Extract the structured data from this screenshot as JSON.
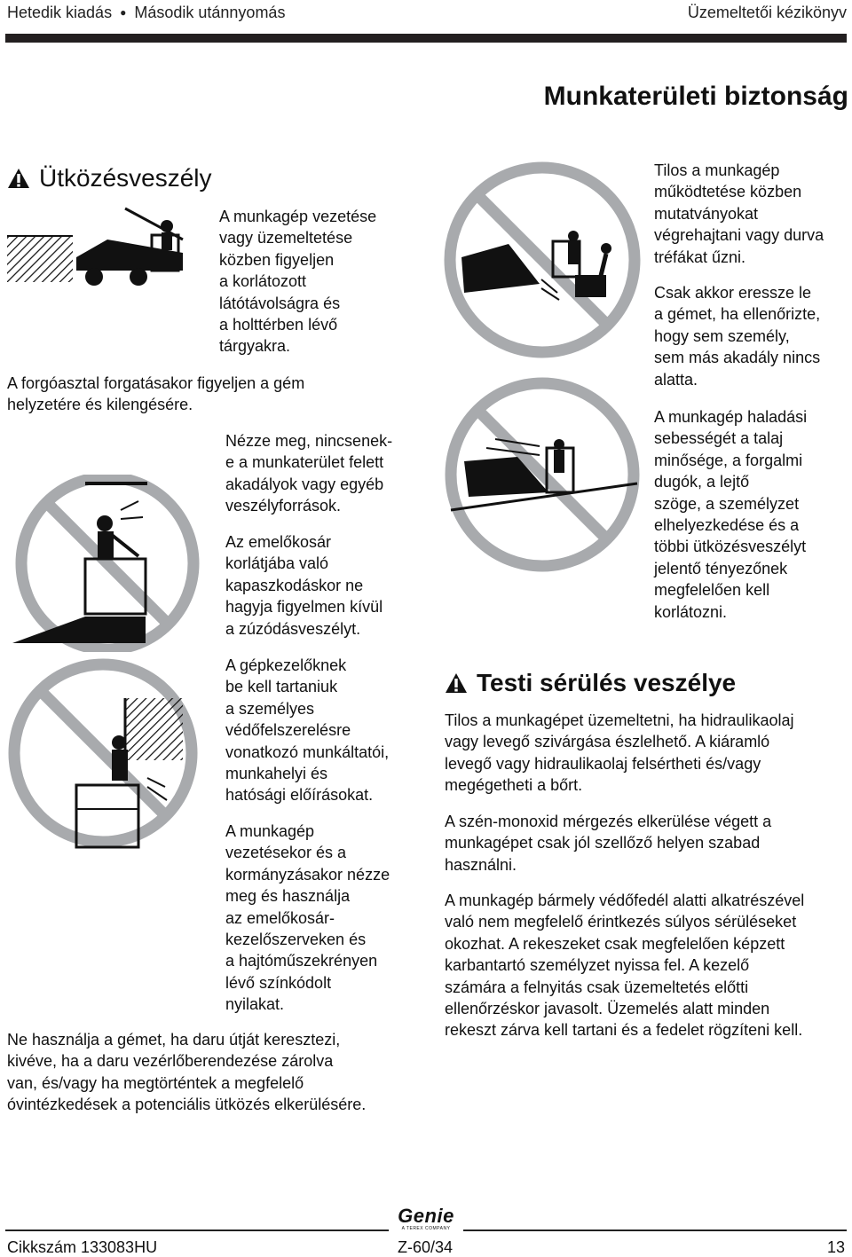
{
  "header": {
    "left_part1": "Hetedik kiadás",
    "left_part2": "Második utánnyomás",
    "right": "Üzemeltetői kézikönyv"
  },
  "section_title": "Munkaterületi biztonság",
  "collision": {
    "heading": "Ütközésveszély",
    "p_visibility": "A munkagép vezetése\nvagy üzemeltetése\nközben figyeljen\na korlátozott\nlátótávolságra és\na holttérben lévő\ntárgyakra.",
    "p_turntable": "A forgóasztal forgatásakor figyeljen a gém\nhelyzetére és kilengésére.",
    "p_overhead": "Nézze meg, nincsenek-\ne a munkaterület felett\nakadályok vagy egyéb\nveszélyforrások.",
    "p_crush": "Az emelőkosár\nkorlátjába való\nkapaszkodáskor ne\nhagyja figyelmen kívül\na zúzódásveszélyt.",
    "p_ppe": "A gépkezelőknek\nbe kell tartaniuk\na személyes\nvédőfelszerelésre\nvonatkozó munkáltatói,\nmunkahelyi és\nhatósági előírásokat.",
    "p_arrows": "A munkagép\nvezetésekor és a\nkormányzásakor nézze\nmeg és használja\naz emelőkosár-\nkezelőszerveken és\na hajtóműszekrényen\nlévő színkódolt\nnyilakat.",
    "p_crane": "Ne használja a gémet, ha daru útját keresztezi,\nkivéve, ha a daru vezérlőberendezése zárolva\nvan, és/vagy ha megtörténtek a megfelelő\nóvintézkedések a potenciális ütközés elkerülésére.",
    "p_stunts": "Tilos a munkagép\nműködtetése közben\nmutatványokat\nvégrehajtani vagy durva\ntréfákat űzni.",
    "p_lower": "Csak akkor eressze le\na gémet, ha ellenőrizte,\nhogy sem személy,\nsem más akadály nincs\nalatta.",
    "p_speed": "A munkagép haladási\nsebességét a talaj\nminősége, a forgalmi\ndugók, a lejtő\nszöge, a személyzet\nelhelyezkedése és a\ntöbbi ütközésveszélyt\njelentő tényezőnek\nmegfelelően kell\nkorlátozni."
  },
  "injury": {
    "heading": "Testi sérülés veszélye",
    "p_leak": "Tilos a munkagépet üzemeltetni, ha hidraulikaolaj\nvagy levegő szivárgása észlelhető. A kiáramló\nlevegő vagy hidraulikaolaj felsértheti és/vagy\nmegégetheti a bőrt.",
    "p_co": "A szén-monoxid mérgezés elkerülése végett a\nmunkagépet csak jól szellőző helyen szabad\nhasználni.",
    "p_covers": "A munkagép bármely védőfedél alatti alkatrészével\nvaló nem megfelelő érintkezés súlyos sérüléseket\nokozhat. A rekeszeket csak megfelelően képzett\nkarbantartó személyzet nyissa fel. A kezelő\nszámára a felnyitás csak üzemeltetés előtti\nellenőrzéskor javasolt. Üzemelés alatt minden\nrekeszt zárva kell tartani és a fedelet rögzíteni kell."
  },
  "footer": {
    "part_number": "Cikkszám 133083HU",
    "model": "Z-60/34",
    "page": "13",
    "logo": "Genie",
    "logo_sub": "A TEREX COMPANY"
  }
}
